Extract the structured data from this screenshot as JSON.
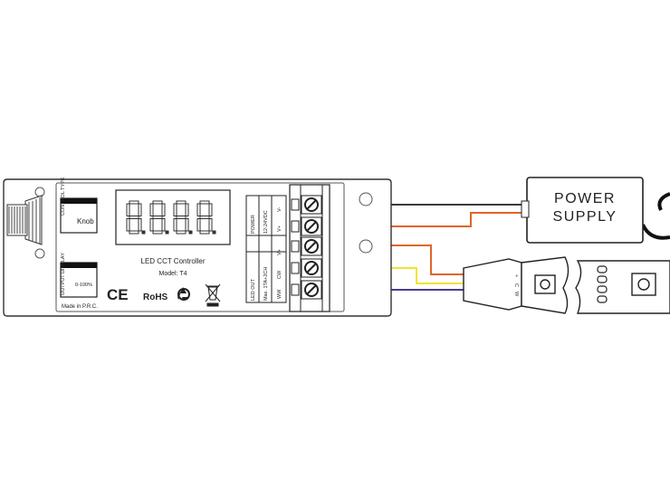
{
  "controller": {
    "product_name": "LED CCT Controller",
    "model": "Model: T4",
    "made_in": "Made in P.R.C.",
    "display_digits": "8.8.8.8.",
    "control_type": {
      "heading": "CONTROL TYPE",
      "value": "Knob"
    },
    "output_display": {
      "heading": "OUTPUT DISPLAY",
      "value": "0-100%"
    },
    "marks": {
      "ce": "CE",
      "rohs": "RoHS"
    },
    "power_label": "POWER",
    "power_voltage": "12-24VDC",
    "power_terminals": [
      "V-",
      "V+"
    ],
    "led_out_label": "LED OUT",
    "led_out_rating": "Max. 1TA+2CH",
    "led_terminals": [
      "V+",
      "CW",
      "WW"
    ]
  },
  "power_supply": {
    "line1": "POWER",
    "line2": "SUPPLY"
  },
  "strip": {
    "connector_pins": [
      "+",
      "C",
      "W"
    ]
  },
  "colors": {
    "wire_black": "#3a3a3a",
    "wire_red": "#e0652a",
    "wire_yellow": "#f2e236",
    "wire_purple": "#4a3b8e"
  },
  "icons": [
    "knob-icon",
    "recycle-icon",
    "weee-bin-icon",
    "screw-terminal-icon",
    "led-chip-icon"
  ]
}
